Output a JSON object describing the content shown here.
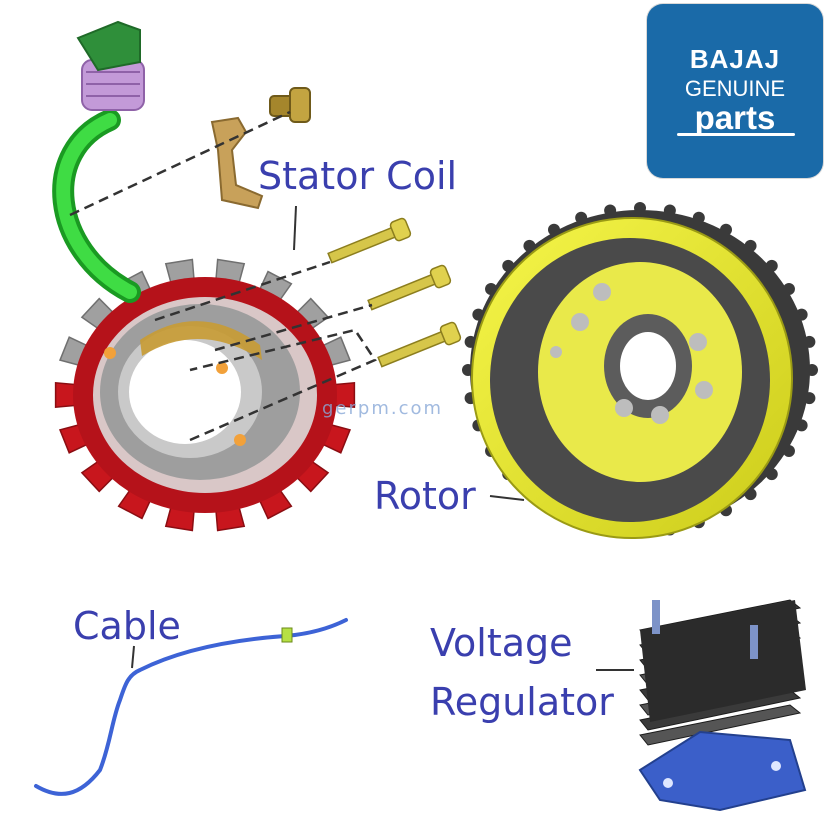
{
  "labels": {
    "stator": "Stator Coil",
    "rotor": "Rotor",
    "cable": "Cable",
    "regulator_line1": "Voltage",
    "regulator_line2": "Regulator"
  },
  "logo": {
    "brand": "BAJAJ",
    "line2": "GENUINE",
    "line3": "parts",
    "color": "#1a6aa8"
  },
  "watermark": "gerpm.com",
  "colors": {
    "label_text": "#3a3fae",
    "stator_red": "#c8161d",
    "rotor_yellow": "#ecec2c",
    "cable_blue": "#3d63d6",
    "regulator_black": "#2b2b2b",
    "bracket_blue": "#3b5fc9",
    "wire_green": "#1fbf2a"
  },
  "icons": [
    "stator-coil-icon",
    "rotor-flywheel-icon",
    "cable-icon",
    "voltage-regulator-icon",
    "bajaj-logo-icon"
  ]
}
